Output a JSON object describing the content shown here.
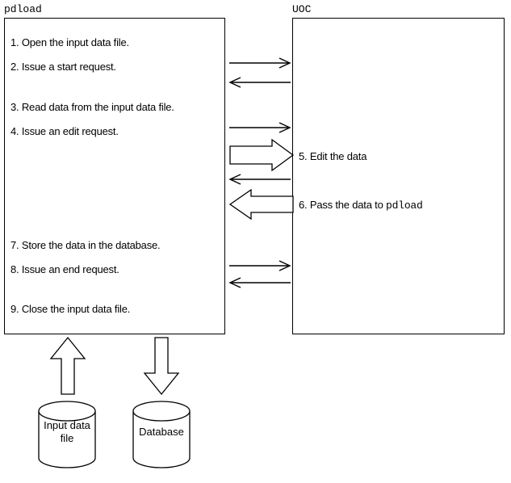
{
  "diagram": {
    "title_left": "pdload",
    "title_right": "UOC",
    "left_steps": [
      {
        "id": 1,
        "text": "1. Open the input data file."
      },
      {
        "id": 2,
        "text": "2. Issue a start request."
      },
      {
        "id": 3,
        "text": "3. Read data from the input data file."
      },
      {
        "id": 4,
        "text": "4. Issue an edit request."
      },
      {
        "id": 7,
        "text": "7. Store the data in the database."
      },
      {
        "id": 8,
        "text": "8. Issue an end request."
      },
      {
        "id": 9,
        "text": "9. Close the input data file."
      }
    ],
    "right_steps": [
      {
        "id": 5,
        "text": "5. Edit the data",
        "mono_suffix": ""
      },
      {
        "id": 6,
        "text": "6. Pass the data to ",
        "mono_suffix": "pdload"
      }
    ],
    "stores": [
      {
        "name": "input-data-file",
        "label": "Input data\nfile"
      },
      {
        "name": "database",
        "label": "Database"
      }
    ],
    "flows": [
      {
        "name": "start-request",
        "style": "thin",
        "direction": "right"
      },
      {
        "name": "start-response",
        "style": "thin",
        "direction": "left"
      },
      {
        "name": "edit-request",
        "style": "thin",
        "direction": "right"
      },
      {
        "name": "edit-data-handoff",
        "style": "block",
        "direction": "right"
      },
      {
        "name": "edit-response",
        "style": "thin",
        "direction": "left"
      },
      {
        "name": "data-return",
        "style": "block",
        "direction": "left"
      },
      {
        "name": "end-request",
        "style": "thin",
        "direction": "right"
      },
      {
        "name": "end-response",
        "style": "thin",
        "direction": "left"
      },
      {
        "name": "read-from-input-file",
        "style": "block",
        "direction": "up"
      },
      {
        "name": "write-to-database",
        "style": "block",
        "direction": "down"
      }
    ],
    "colors": {
      "stroke": "#000000",
      "fill": "#ffffff",
      "background": "#ffffff"
    }
  }
}
